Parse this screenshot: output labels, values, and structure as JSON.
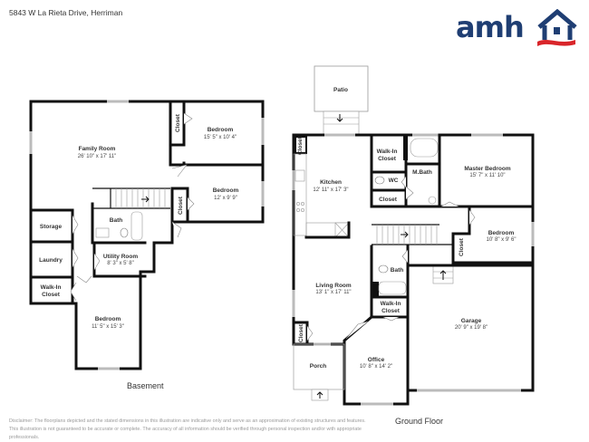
{
  "header": {
    "address": "5843 W La Rieta Drive, Herriman"
  },
  "logo": {
    "text": "amh",
    "brand_color": "#1f3e73",
    "accent_color": "#d9252a",
    "icon": "house-outline-icon"
  },
  "basement": {
    "label": "Basement",
    "rooms": [
      {
        "name": "Family Room",
        "dims": "26' 10\" x 17' 11\""
      },
      {
        "name": "Closet",
        "dims": ""
      },
      {
        "name": "Bedroom",
        "dims": "15' 5\" x 10' 4\""
      },
      {
        "name": "Closet",
        "dims": ""
      },
      {
        "name": "Bedroom",
        "dims": "12' x 9' 9\""
      },
      {
        "name": "Storage",
        "dims": ""
      },
      {
        "name": "Bath",
        "dims": ""
      },
      {
        "name": "Laundry",
        "dims": ""
      },
      {
        "name": "Utility Room",
        "dims": "8' 3\" x 5' 8\""
      },
      {
        "name": "Walk-In Closet",
        "line1": "Walk-In",
        "line2": "Closet",
        "dims": ""
      },
      {
        "name": "Bedroom",
        "dims": "11' 5\" x 15' 3\""
      }
    ]
  },
  "ground_floor": {
    "label": "Ground Floor",
    "rooms": [
      {
        "name": "Patio",
        "dims": ""
      },
      {
        "name": "Closet",
        "dims": ""
      },
      {
        "name": "Kitchen",
        "dims": "12' 11\" x 17' 3\""
      },
      {
        "name": "Walk-In Closet",
        "line1": "Walk-In",
        "line2": "Closet",
        "dims": ""
      },
      {
        "name": "WC",
        "dims": ""
      },
      {
        "name": "Closet",
        "dims": ""
      },
      {
        "name": "M.Bath",
        "dims": ""
      },
      {
        "name": "Master Bedroom",
        "dims": "15' 7\" x 11' 10\""
      },
      {
        "name": "Bedroom",
        "dims": "10' 8\" x 9' 6\""
      },
      {
        "name": "Closet",
        "dims": ""
      },
      {
        "name": "Bath",
        "dims": ""
      },
      {
        "name": "Living Room",
        "dims": "13' 1\" x 17' 11\""
      },
      {
        "name": "Walk-In Closet",
        "line1": "Walk-In",
        "line2": "Closet",
        "dims": ""
      },
      {
        "name": "Closet",
        "dims": ""
      },
      {
        "name": "Garage",
        "dims": "20' 9\" x 19' 8\""
      },
      {
        "name": "Porch",
        "dims": ""
      },
      {
        "name": "Office",
        "dims": "10' 8\" x 14' 2\""
      }
    ]
  },
  "disclaimer": {
    "line1": "Disclaimer: The floorplans depicted and the stated dimensions in this illustration are indicative only and serve as an approximation of existing structures and features.",
    "line2": "This illustration is not guaranteed to be accurate or complete. The accuracy of all information should be verified through personal inspection and/or with appropriate professionals."
  }
}
